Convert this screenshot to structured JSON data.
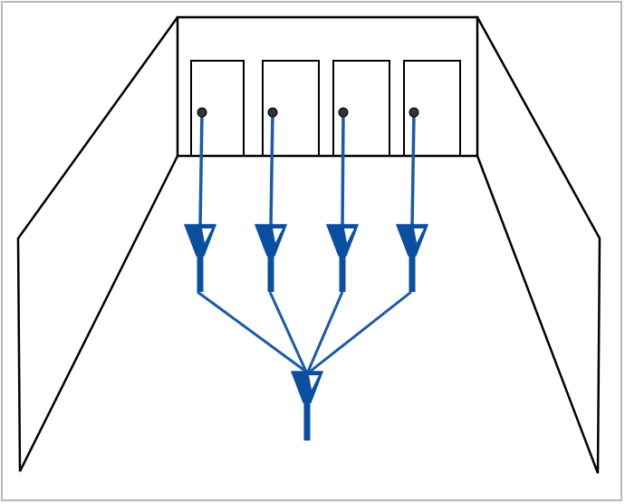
{
  "colors": {
    "background": "#ffffff",
    "frame": "#b8b8b8",
    "room_lines": "#000000",
    "wiring": "#1a5aa8",
    "device": "#0b4fa0",
    "device_highlight": "#ffffff",
    "knob": "#333333"
  },
  "diagram": {
    "door_count": 4,
    "door_devices": 4,
    "hub_devices": 1
  }
}
